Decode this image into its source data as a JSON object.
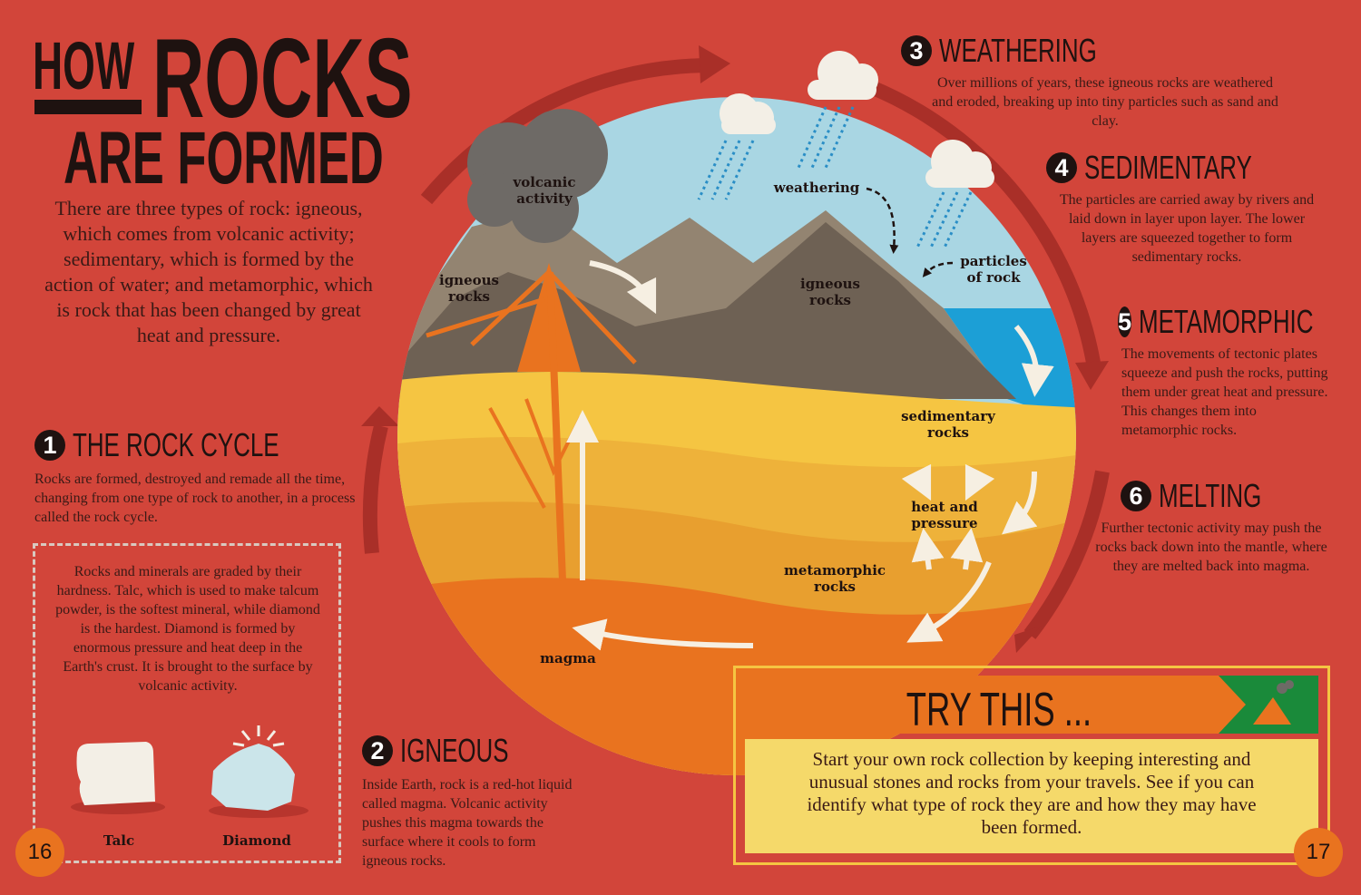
{
  "title": {
    "how": "HOW",
    "rocks": "ROCKS",
    "are_formed": "ARE FORMED"
  },
  "intro": "There are three types of rock: igneous, which comes from volcanic activity; sedimentary, which is formed by the action of water; and metamorphic, which is rock that has been changed by great heat and pressure.",
  "sections": [
    {
      "num": "1",
      "title": "THE ROCK CYCLE",
      "text": "Rocks are formed, destroyed and remade all the time, changing from one type of rock to another, in a process called the rock cycle."
    },
    {
      "num": "2",
      "title": "IGNEOUS",
      "text": "Inside Earth, rock is a red-hot liquid called magma. Volcanic activity pushes this magma towards the surface where it cools to form igneous rocks."
    },
    {
      "num": "3",
      "title": "WEATHERING",
      "text": "Over millions of years, these igneous rocks are weathered and eroded, breaking up into tiny particles such as sand and clay."
    },
    {
      "num": "4",
      "title": "SEDIMENTARY",
      "text": "The particles are carried away by rivers and laid down in layer upon layer. The lower layers are squeezed together to form sedimentary rocks."
    },
    {
      "num": "5",
      "title": "METAMORPHIC",
      "text": "The movements of tectonic plates squeeze and push the rocks, putting them under great heat and pressure. This changes them into metamorphic rocks."
    },
    {
      "num": "6",
      "title": "MELTING",
      "text": "Further tectonic activity may push the rocks back down into the mantle, where they are melted back into magma."
    }
  ],
  "hardness_box": {
    "text": "Rocks and minerals are graded by their hardness. Talc, which is used to make talcum powder, is the softest mineral, while diamond is the hardest. Diamond is formed by enormous pressure and heat deep in the Earth's crust. It is brought to the surface by volcanic activity.",
    "talc_label": "Talc",
    "diamond_label": "Diamond"
  },
  "diagram_labels": {
    "volcanic": "volcanic activity",
    "igneous_left": "igneous rocks",
    "igneous_mid": "igneous rocks",
    "weathering": "weathering",
    "particles": "particles of rock",
    "sedimentary": "sedimentary rocks",
    "heat": "heat and pressure",
    "metamorphic": "metamorphic rocks",
    "magma": "magma"
  },
  "try_this": {
    "heading": "TRY THIS ...",
    "text": "Start your own rock collection by keeping interesting and unusual stones and rocks from your travels. See if you can identify what type of rock they are and how they may have been formed."
  },
  "pages": {
    "left": "16",
    "right": "17"
  },
  "colors": {
    "background": "#d2453a",
    "ring": "#a92f28",
    "sky": "#a9d6e3",
    "sea": "#1c9fd6",
    "orange": "#e9731f",
    "yellow": "#f5c542"
  }
}
